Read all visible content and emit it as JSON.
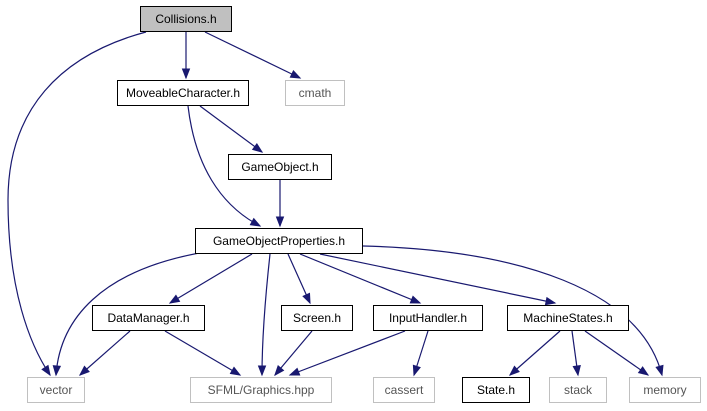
{
  "graph": {
    "edge_color": "#191970",
    "root_fill": "#c0c0c0",
    "external_border": "#c0c0c0",
    "nodes": {
      "collisions": {
        "label": "Collisions.h"
      },
      "moveable": {
        "label": "MoveableCharacter.h"
      },
      "cmath": {
        "label": "cmath"
      },
      "gameobject": {
        "label": "GameObject.h"
      },
      "gop": {
        "label": "GameObjectProperties.h"
      },
      "datamanager": {
        "label": "DataManager.h"
      },
      "screen": {
        "label": "Screen.h"
      },
      "inputhandler": {
        "label": "InputHandler.h"
      },
      "machinestates": {
        "label": "MachineStates.h"
      },
      "vector": {
        "label": "vector"
      },
      "sfml": {
        "label": "SFML/Graphics.hpp"
      },
      "cassert": {
        "label": "cassert"
      },
      "state": {
        "label": "State.h"
      },
      "stack": {
        "label": "stack"
      },
      "memory": {
        "label": "memory"
      }
    },
    "edges": [
      [
        "collisions",
        "vector"
      ],
      [
        "collisions",
        "moveable"
      ],
      [
        "collisions",
        "cmath"
      ],
      [
        "moveable",
        "gameobject"
      ],
      [
        "moveable",
        "gop"
      ],
      [
        "gameobject",
        "gop"
      ],
      [
        "gop",
        "vector"
      ],
      [
        "gop",
        "datamanager"
      ],
      [
        "gop",
        "sfml"
      ],
      [
        "gop",
        "screen"
      ],
      [
        "gop",
        "inputhandler"
      ],
      [
        "gop",
        "machinestates"
      ],
      [
        "gop",
        "memory"
      ],
      [
        "datamanager",
        "vector"
      ],
      [
        "datamanager",
        "sfml"
      ],
      [
        "screen",
        "sfml"
      ],
      [
        "inputhandler",
        "sfml"
      ],
      [
        "inputhandler",
        "cassert"
      ],
      [
        "machinestates",
        "state"
      ],
      [
        "machinestates",
        "stack"
      ],
      [
        "machinestates",
        "memory"
      ]
    ]
  }
}
